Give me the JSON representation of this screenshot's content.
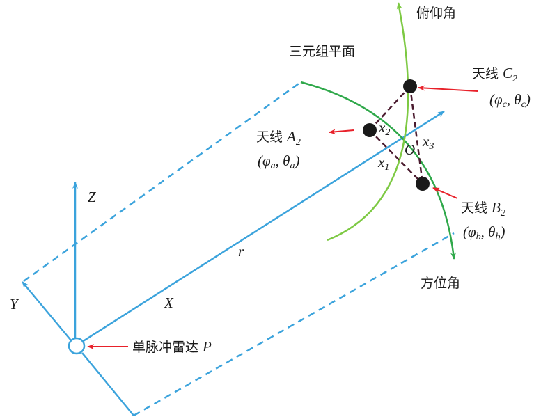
{
  "colors": {
    "axis": "#3ba3dc",
    "azimuth_arc": "#2fa84a",
    "elevation_arc": "#7dc943",
    "baseline": "#4a1a2e",
    "pointer": "#e8212a",
    "antenna": "#1a1a1a"
  },
  "labels": {
    "elevation": "俯仰角",
    "triplet_plane": "三元组平面",
    "azimuth": "方位角",
    "radar_prefix": "单脉冲雷达",
    "radar_letter": "P",
    "origin": "O",
    "range": "r",
    "axis_x": "X",
    "axis_y": "Y",
    "axis_z": "Z"
  },
  "antennas": {
    "c": {
      "prefix": "天线",
      "letter": "C",
      "sub": "2",
      "phi": "φ",
      "phi_sub": "c",
      "theta": "θ",
      "theta_sub": "c"
    },
    "a": {
      "prefix": "天线",
      "letter": "A",
      "sub": "2",
      "phi": "φ",
      "phi_sub": "a",
      "theta": "θ",
      "theta_sub": "a"
    },
    "b": {
      "prefix": "天线",
      "letter": "B",
      "sub": "2",
      "phi": "φ",
      "phi_sub": "b",
      "theta": "θ",
      "theta_sub": "b"
    }
  },
  "baselines": {
    "x1": {
      "letter": "x",
      "sub": "1"
    },
    "x2": {
      "letter": "x",
      "sub": "2"
    },
    "x3": {
      "letter": "x",
      "sub": "3"
    }
  }
}
